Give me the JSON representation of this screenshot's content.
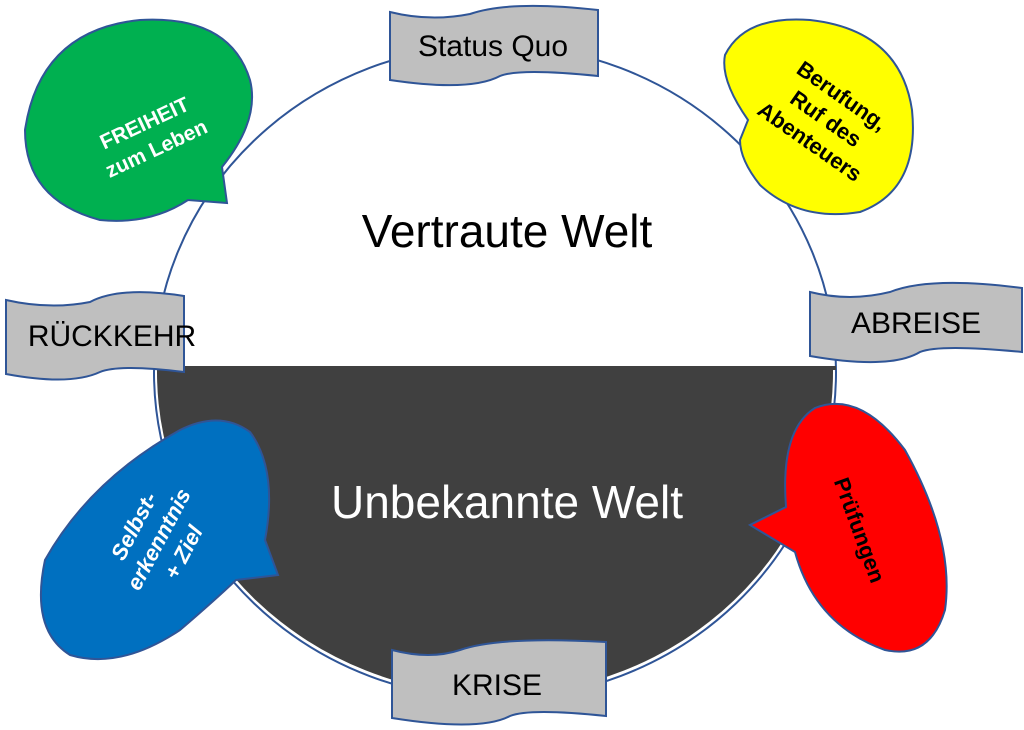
{
  "worlds": {
    "known": "Vertraute Welt",
    "unknown": "Unbekannte Welt"
  },
  "stages": {
    "status_quo": "Status Quo",
    "abreise": "ABREISE",
    "krise": "KRISE",
    "rueckkehr": "RÜCKKEHR"
  },
  "bubbles": {
    "berufung": [
      "Berufung,",
      "Ruf des",
      "Abenteuers"
    ],
    "pruefungen": [
      "Prüfungen"
    ],
    "selbsterkenntnis": [
      "Selbst-",
      "erkenntnis",
      "+ Ziel"
    ],
    "freiheit": [
      "FREIHEIT",
      "zum Leben"
    ]
  },
  "colors": {
    "outline": "#2f5597",
    "dark": "#404040",
    "banner": "#bfbfbf",
    "green": "#00b050",
    "yellow": "#ffff00",
    "red": "#ff0000",
    "blue": "#0070c0"
  }
}
